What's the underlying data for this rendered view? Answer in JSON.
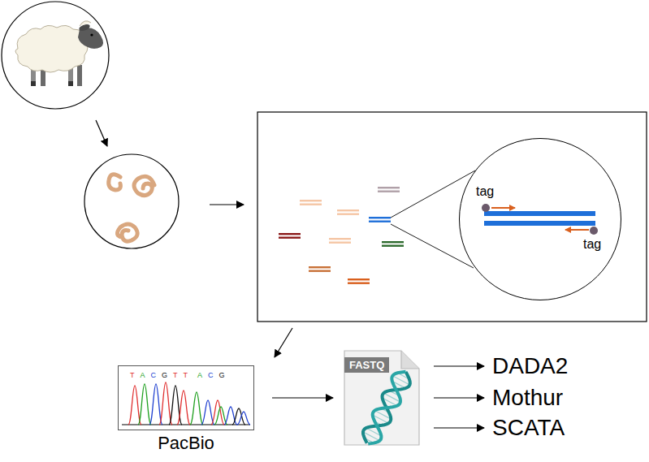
{
  "diagram": {
    "nodes": [
      {
        "text": [
          "tag",
          "tag"
        ]
      },
      {
        "text": [
          "TACGTTACG",
          "PacBio"
        ]
      },
      {
        "text": [
          "FASTQ"
        ]
      },
      {
        "text": [
          "DADA2"
        ]
      },
      {
        "text": [
          "Mothur"
        ]
      },
      {
        "text": [
          "SCATA"
        ]
      }
    ],
    "edges": [
      {
        "from": 1,
        "to": 2,
        "arrow": "to"
      },
      {
        "from": 2,
        "to": 3,
        "arrow": "to"
      },
      {
        "from": 2,
        "to": 4,
        "arrow": "to"
      },
      {
        "from": 2,
        "to": 5,
        "arrow": "to"
      }
    ]
  }
}
